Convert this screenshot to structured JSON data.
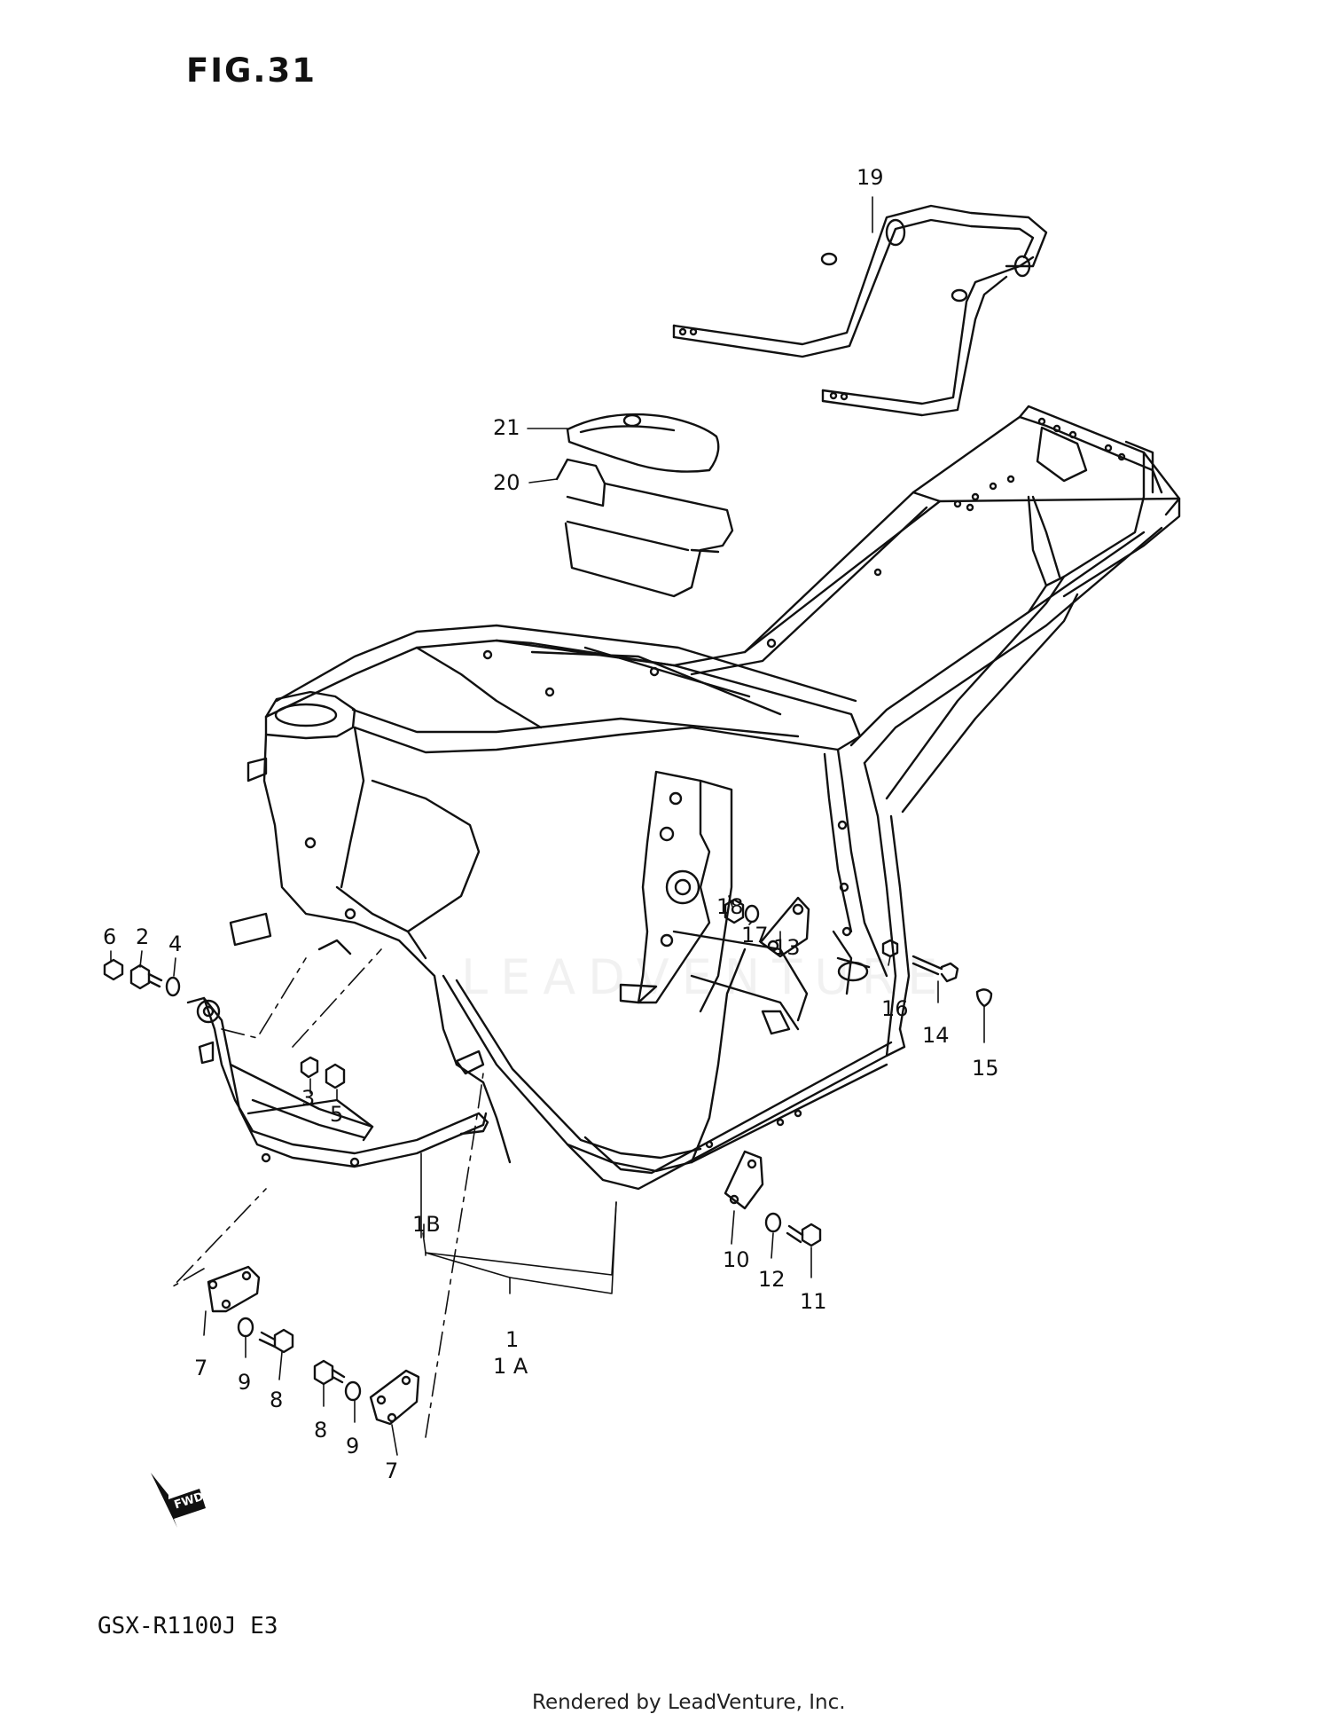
{
  "figure": {
    "title": "FIG.31",
    "model": "GSX-R1100J  E3"
  },
  "footer": {
    "credit": "Rendered by LeadVenture, Inc."
  },
  "watermark": {
    "text": "LEADVENTURE"
  },
  "fwd_badge": {
    "text": "FWD"
  },
  "callouts": [
    {
      "id": "19",
      "label": "19"
    },
    {
      "id": "21",
      "label": "21"
    },
    {
      "id": "20",
      "label": "20"
    },
    {
      "id": "6",
      "label": "6"
    },
    {
      "id": "2",
      "label": "2"
    },
    {
      "id": "4",
      "label": "4"
    },
    {
      "id": "18",
      "label": "18"
    },
    {
      "id": "17",
      "label": "17"
    },
    {
      "id": "13",
      "label": "13"
    },
    {
      "id": "16",
      "label": "16"
    },
    {
      "id": "14",
      "label": "14"
    },
    {
      "id": "15",
      "label": "15"
    },
    {
      "id": "3",
      "label": "3"
    },
    {
      "id": "5",
      "label": "5"
    },
    {
      "id": "1B",
      "label": "1B"
    },
    {
      "id": "10",
      "label": "10"
    },
    {
      "id": "12",
      "label": "12"
    },
    {
      "id": "11",
      "label": "11"
    },
    {
      "id": "1",
      "label": "1"
    },
    {
      "id": "1A",
      "label": "1 A"
    },
    {
      "id": "7a",
      "label": "7"
    },
    {
      "id": "9a",
      "label": "9"
    },
    {
      "id": "8a",
      "label": "8"
    },
    {
      "id": "8b",
      "label": "8"
    },
    {
      "id": "9b",
      "label": "9"
    },
    {
      "id": "7b",
      "label": "7"
    }
  ]
}
